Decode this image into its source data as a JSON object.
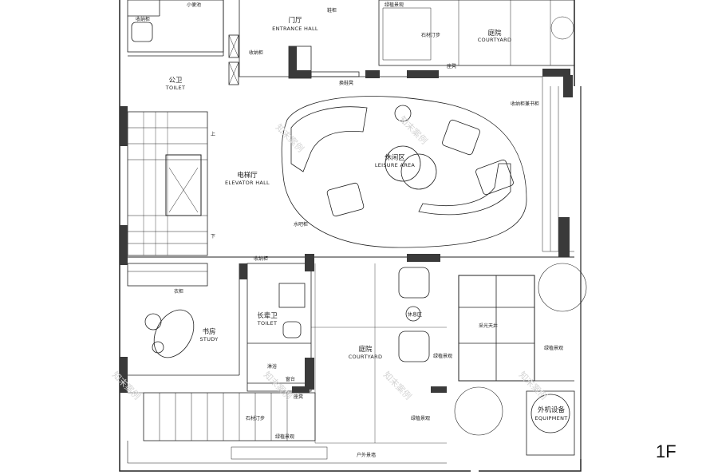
{
  "floor": "1F",
  "rooms": {
    "entrance": {
      "cn": "门厅",
      "en": "ENTRANCE HALL"
    },
    "courtyard_top": {
      "cn": "庭院",
      "en": "COURTYARD"
    },
    "toilet_top": {
      "cn": "公卫",
      "en": "TOILET"
    },
    "elevator": {
      "cn": "电梯厅",
      "en": "ELEVATOR HALL"
    },
    "leisure": {
      "cn": "休闲区",
      "en": "LEISURE AREA"
    },
    "study": {
      "cn": "书房",
      "en": "STUDY"
    },
    "toilet_elder": {
      "cn": "长辈卫",
      "en": "TOILET"
    },
    "courtyard_mid": {
      "cn": "庭院",
      "en": "COURTYARD"
    },
    "equipment": {
      "cn": "外机设备",
      "en": "EQUIPMENT"
    }
  },
  "notes": {
    "storage_1": "收纳柜",
    "urinal": "小便池",
    "storage_2": "收纳柜",
    "shoe": "鞋柜",
    "green_top": "绿植景观",
    "stone_step_top": "石材汀步",
    "bench_top": "座凳",
    "change_bench": "换鞋凳",
    "storage_book": "收纳柜兼书柜",
    "stair_up": "上",
    "stair_down": "下",
    "water_bar": "水吧柜",
    "storage_3": "收纳柜",
    "wardrobe": "衣柜",
    "leisure_small": "休息区",
    "green_mid": "绿植景观",
    "skylight": "采光天井",
    "green_right": "绿植景观",
    "shower": "淋浴",
    "window_seat": "窗台",
    "bench_bottom": "座凳",
    "stone_step_bottom": "石材汀步",
    "green_bottom": "绿植景观",
    "green_bottom2": "绿植景观",
    "outdoor": "户外景墙"
  },
  "watermark": "知末案例"
}
